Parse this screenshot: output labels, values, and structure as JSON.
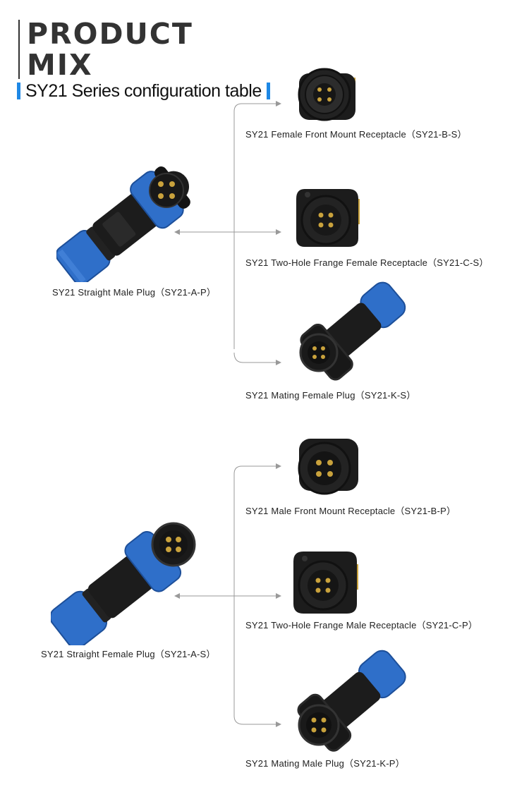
{
  "header": {
    "title_line1": "PRODUCT",
    "title_line2": "MIX",
    "subtitle": "SY21 Series configuration table"
  },
  "colors": {
    "accent": "#1e88e5",
    "connector_blue": "#2f6fc9",
    "connector_body": "#1c1c1c",
    "line": "#999999"
  },
  "groups": [
    {
      "source": {
        "label": "SY21 Straight Male Plug（SY21-A-P）"
      },
      "targets": [
        {
          "label": "SY21 Female Front Mount Receptacle（SY21-B-S）"
        },
        {
          "label": "SY21 Two-Hole Frange Female Receptacle（SY21-C-S）"
        },
        {
          "label": "SY21 Mating Female Plug（SY21-K-S）"
        }
      ]
    },
    {
      "source": {
        "label": "SY21 Straight Female Plug（SY21-A-S）"
      },
      "targets": [
        {
          "label": "SY21 Male Front Mount Receptacle（SY21-B-P）"
        },
        {
          "label": "SY21 Two-Hole Frange Male Receptacle（SY21-C-P）"
        },
        {
          "label": "SY21 Mating Male Plug（SY21-K-P）"
        }
      ]
    }
  ]
}
